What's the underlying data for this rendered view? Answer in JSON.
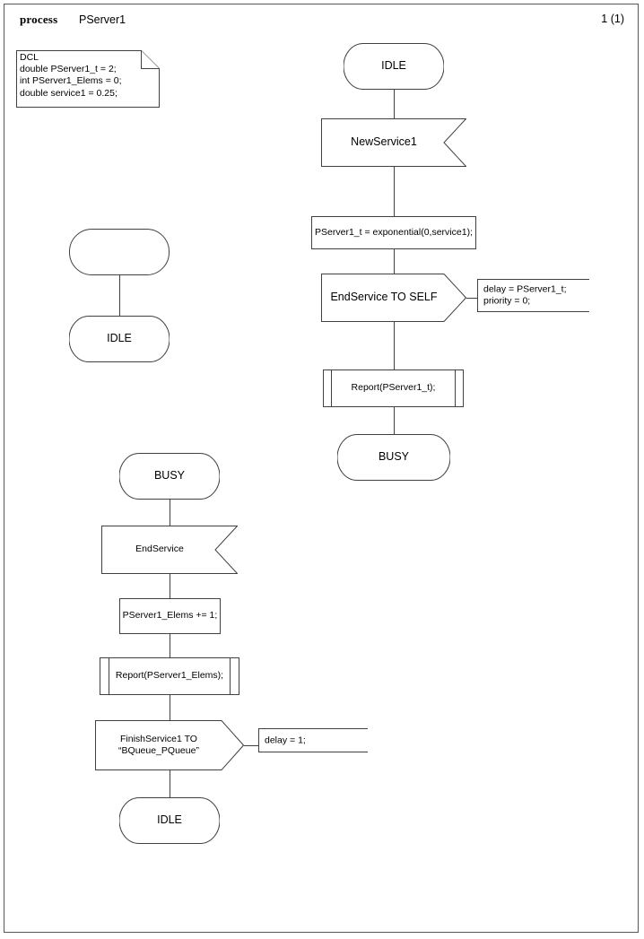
{
  "header": {
    "keyword": "process",
    "process_name": "PServer1",
    "page_number": "1 (1)"
  },
  "declaration_note": {
    "name": "dcl-note",
    "lines": "DCL\ndouble PServer1_t = 2;\nint PServer1_Elems = 0;\ndouble service1 = 0.25;"
  },
  "branches": {
    "start_branch": {
      "start_symbol_label": "",
      "nextstate": "IDLE"
    },
    "idle_branch": {
      "state": "IDLE",
      "input": "NewService1",
      "task": "PServer1_t = exponential(0,service1);",
      "output": "EndService TO SELF",
      "output_comment": "delay = PServer1_t;\npriority = 0;",
      "procedure_call": "Report(PServer1_t);",
      "nextstate": "BUSY"
    },
    "busy_branch": {
      "state": "BUSY",
      "input": "EndService",
      "task": "PServer1_Elems += 1;",
      "procedure_call": "Report(PServer1_Elems);",
      "output": "FinishService1 TO\n“BQueue_PQueue”",
      "output_comment": "delay = 1;",
      "nextstate": "IDLE"
    }
  },
  "colors": {
    "stroke": "#404040",
    "frame": "#565656",
    "background": "#ffffff",
    "text": "#000000"
  }
}
